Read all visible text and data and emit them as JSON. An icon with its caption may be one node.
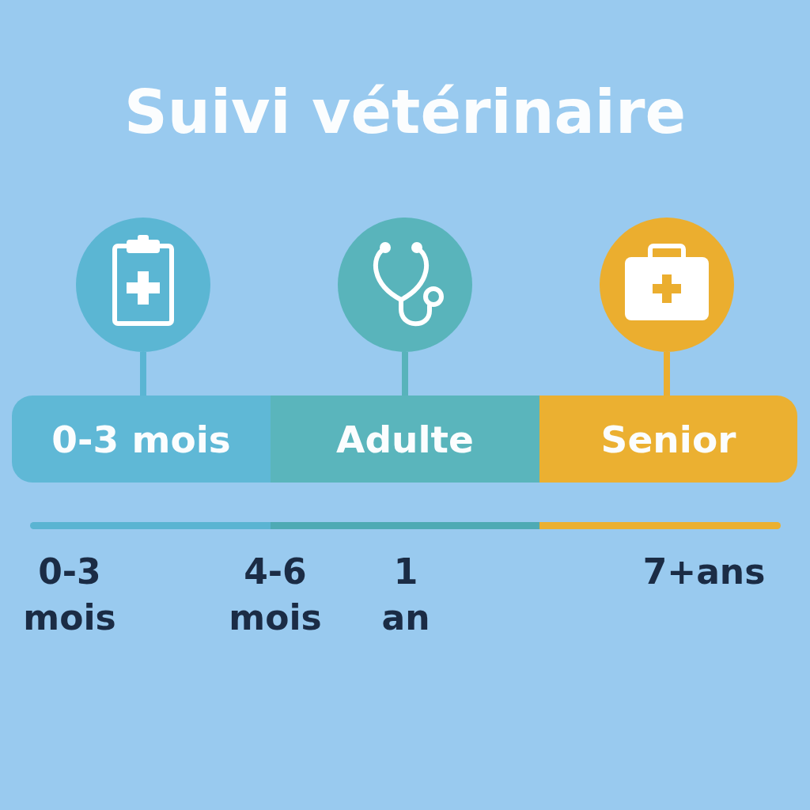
{
  "diagram": {
    "title": "Suivi vétérinaire",
    "nodes": [
      {
        "text": [],
        "shape": "circle"
      },
      {
        "text": [],
        "shape": "circle"
      },
      {
        "text": [],
        "shape": "circle"
      },
      {
        "text": [
          "0-3 mois"
        ]
      },
      {
        "text": [
          "Adulte"
        ]
      },
      {
        "text": [
          "Senior"
        ]
      }
    ],
    "edges": [
      {
        "from": 0,
        "to": 3,
        "arrow": "none",
        "color": "#5ab5d3"
      },
      {
        "from": 1,
        "to": 4,
        "arrow": "none",
        "color": "#58b3bb"
      },
      {
        "from": 2,
        "to": 5,
        "arrow": "none",
        "color": "#ebae2f"
      }
    ],
    "labels": [
      "0-3 mois",
      "4-6 mois",
      "1 an",
      "7+ans"
    ]
  }
}
